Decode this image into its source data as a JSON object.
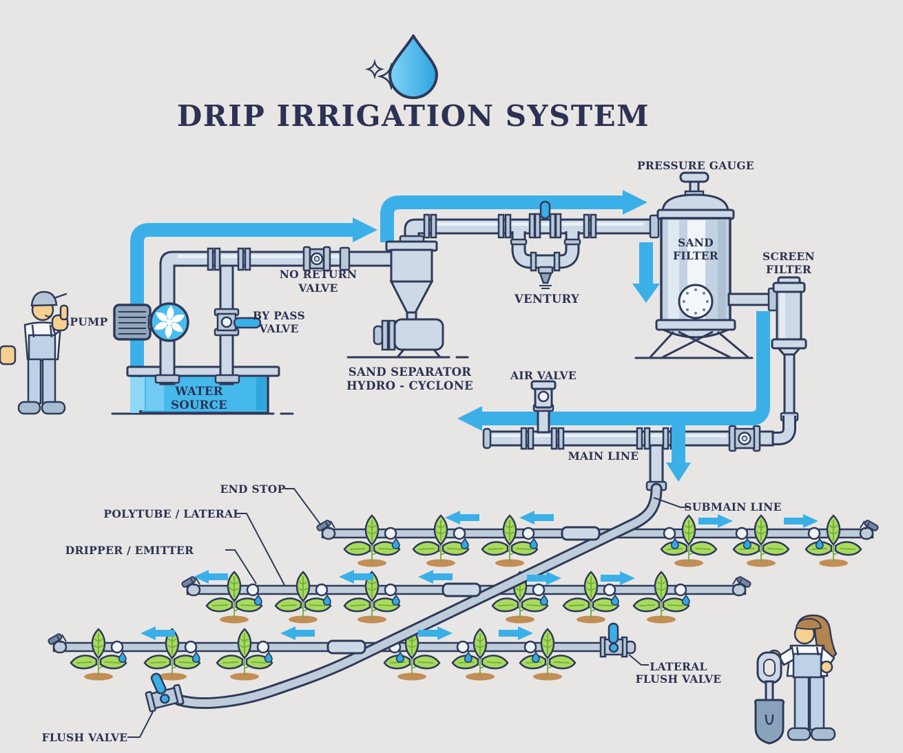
{
  "title": "DRIP IRRIGATION SYSTEM",
  "labels": {
    "pump": "PUMP",
    "water_source": [
      "WATER",
      "SOURCE"
    ],
    "no_return_valve": [
      "NO RETURN",
      "VALVE"
    ],
    "by_pass_valve": [
      "BY PASS",
      "VALVE"
    ],
    "sand_separator": [
      "SAND SEPARATOR",
      "HYDRO - CYCLONE"
    ],
    "ventury": "VENTURY",
    "air_valve": "AIR VALVE",
    "pressure_gauge": "PRESSURE GAUGE",
    "sand_filter": [
      "SAND",
      "FILTER"
    ],
    "screen_filter": [
      "SCREEN",
      "FILTER"
    ],
    "main_line": "MAIN LINE",
    "submain_line": "SUBMAIN LINE",
    "end_stop": "END STOP",
    "polytube_lateral": "POLYTUBE / LATERAL",
    "dripper_emitter": "DRIPPER / EMITTER",
    "lateral_flush_valve": [
      "LATERAL",
      "FLUSH VALVE"
    ],
    "flush_valve": "FLUSH VALVE"
  },
  "colors": {
    "background": "#e8e6e4",
    "outline_navy": "#2e3a5a",
    "text_navy": "#2c3254",
    "flow_blue": "#3bb0e8",
    "water_blue": "#45b8ec",
    "pipe_fill": "#cdd9e6",
    "plant_green": "#a9da5e",
    "soil_brown": "#c28e55"
  }
}
